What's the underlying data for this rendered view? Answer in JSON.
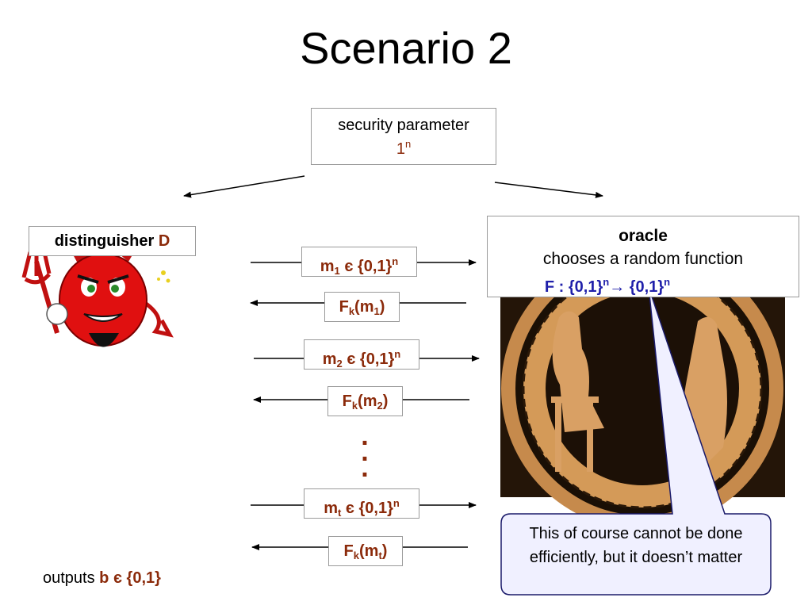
{
  "title": "Scenario 2",
  "security": {
    "line1": "security parameter",
    "value": "1",
    "exp": "n"
  },
  "distinguisher": {
    "label": "distinguisher ",
    "symbol": "D"
  },
  "oracle": {
    "title": "oracle",
    "line2": "chooses a random function",
    "func_prefix": "F : {0,1}",
    "func_exp1": "n",
    "func_arrow": "→ {0,1}",
    "func_exp2": "n"
  },
  "messages": {
    "m1": {
      "base": "m",
      "sub": "1",
      "rest": " є {0,1}",
      "exp": "n"
    },
    "f1": {
      "base": "F",
      "sub": "k",
      "rest": "(m",
      "sub2": "1",
      "end": ")"
    },
    "m2": {
      "base": "m",
      "sub": "2",
      "rest": " є {0,1}",
      "exp": "n"
    },
    "f2": {
      "base": "F",
      "sub": "k",
      "rest": "(m",
      "sub2": "2",
      "end": ")"
    },
    "mt": {
      "base": "m",
      "sub": "t",
      "rest": " є {0,1}",
      "exp": "n"
    },
    "ft": {
      "base": "F",
      "sub": "k",
      "rest": "(m",
      "sub2": "t",
      "end": ")"
    }
  },
  "dots": ".\n.\n.",
  "callout": "This of course cannot be done efficiently, but it doesn’t matter",
  "outputs": {
    "prefix": "outputs ",
    "value": "b є {0,1}"
  },
  "colors": {
    "accent_brown": "#8b2a0a",
    "accent_blue": "#1f1faa",
    "callout_bg": "#f0f0ff",
    "devil_red": "#e01010"
  },
  "icons": {
    "devil": "devil-icon",
    "vase": "greek-vase-image"
  }
}
